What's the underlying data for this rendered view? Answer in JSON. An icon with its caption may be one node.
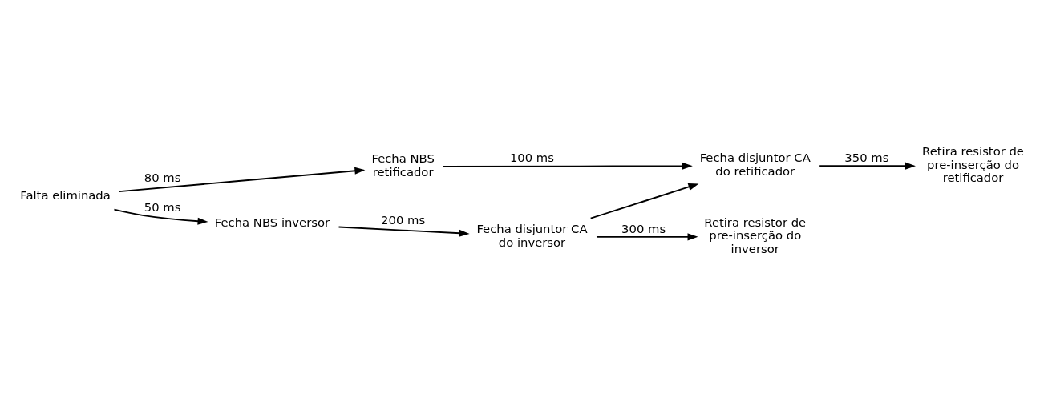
{
  "diagram": {
    "nodes": [
      {
        "text": [
          "Falta eliminada"
        ]
      },
      {
        "text": [
          "Fecha NBS retificador"
        ]
      },
      {
        "text": [
          "Fecha NBS inversor"
        ]
      },
      {
        "text": [
          "Fecha disjuntor CA do inversor"
        ]
      },
      {
        "text": [
          "Fecha disjuntor CA do retificador"
        ]
      },
      {
        "text": [
          "Retira resistor de pre-inserção do retificador"
        ]
      },
      {
        "text": [
          "Retira resistor de pre-inserção do inversor"
        ]
      }
    ],
    "edges": [
      {
        "from": 0,
        "to": 1,
        "arrow": "to",
        "label": "80 ms"
      },
      {
        "from": 0,
        "to": 2,
        "arrow": "to",
        "label": "50 ms"
      },
      {
        "from": 2,
        "to": 3,
        "arrow": "to",
        "label": "200 ms"
      },
      {
        "from": 1,
        "to": 4,
        "arrow": "to",
        "label": "100 ms"
      },
      {
        "from": 3,
        "to": 4,
        "arrow": "to"
      },
      {
        "from": 4,
        "to": 5,
        "arrow": "to",
        "label": "350 ms"
      },
      {
        "from": 3,
        "to": 6,
        "arrow": "to",
        "label": "300 ms"
      }
    ]
  }
}
